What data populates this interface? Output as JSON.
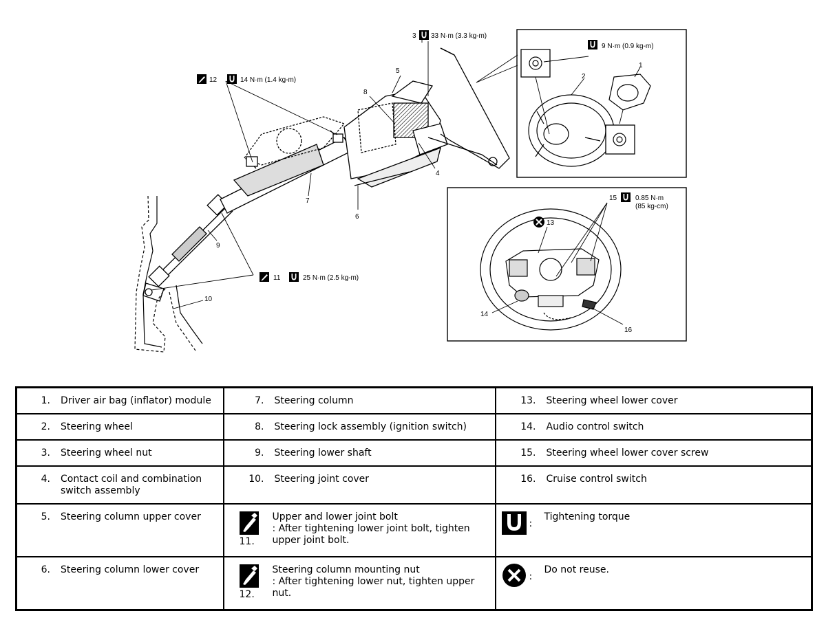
{
  "callouts": {
    "n1": "1",
    "n2": "2",
    "n3": "3",
    "n4": "4",
    "n5": "5",
    "n6": "6",
    "n7": "7",
    "n8": "8",
    "n9": "9",
    "n10": "10",
    "n11": "11",
    "n12": "12",
    "n13": "13",
    "n14": "14",
    "n15": "15",
    "n16": "16",
    "torque3": "33 N·m (3.3 kg-m)",
    "torque12": "14 N·m (1.4 kg-m)",
    "torque11": "25 N·m (2.5 kg-m)",
    "torque2": "9 N·m (0.9 kg-m)",
    "torque15_a": "0.85 N·m",
    "torque15_b": "(85 kg-cm)"
  },
  "legend": {
    "col1": [
      {
        "num": "1.",
        "text": "Driver air bag (inflator) module"
      },
      {
        "num": "2.",
        "text": "Steering wheel"
      },
      {
        "num": "3.",
        "text": "Steering wheel nut"
      },
      {
        "num": "4.",
        "text": "Contact coil and combination switch assembly"
      },
      {
        "num": "5.",
        "text": "Steering column upper cover"
      },
      {
        "num": "6.",
        "text": "Steering column lower cover"
      }
    ],
    "col2": [
      {
        "num": "7.",
        "text": "Steering column"
      },
      {
        "num": "8.",
        "text": "Steering lock assembly (ignition switch)"
      },
      {
        "num": "9.",
        "text": "Steering lower shaft"
      },
      {
        "num": "10.",
        "text": "Steering joint cover"
      },
      {
        "num": "11.",
        "line1": "Upper and lower joint bolt",
        "line2": ": After tightening lower joint bolt, tighten upper joint bolt."
      },
      {
        "num": "12.",
        "line1": "Steering column mounting nut",
        "line2": ": After tightening lower nut, tighten upper nut."
      }
    ],
    "col3": [
      {
        "num": "13.",
        "text": "Steering wheel lower cover"
      },
      {
        "num": "14.",
        "text": "Audio control switch"
      },
      {
        "num": "15.",
        "text": "Steering wheel lower cover screw"
      },
      {
        "num": "16.",
        "text": "Cruise control switch"
      },
      {
        "colon": ":",
        "text": "Tightening torque"
      },
      {
        "colon": ":",
        "text": "Do not reuse."
      }
    ]
  }
}
